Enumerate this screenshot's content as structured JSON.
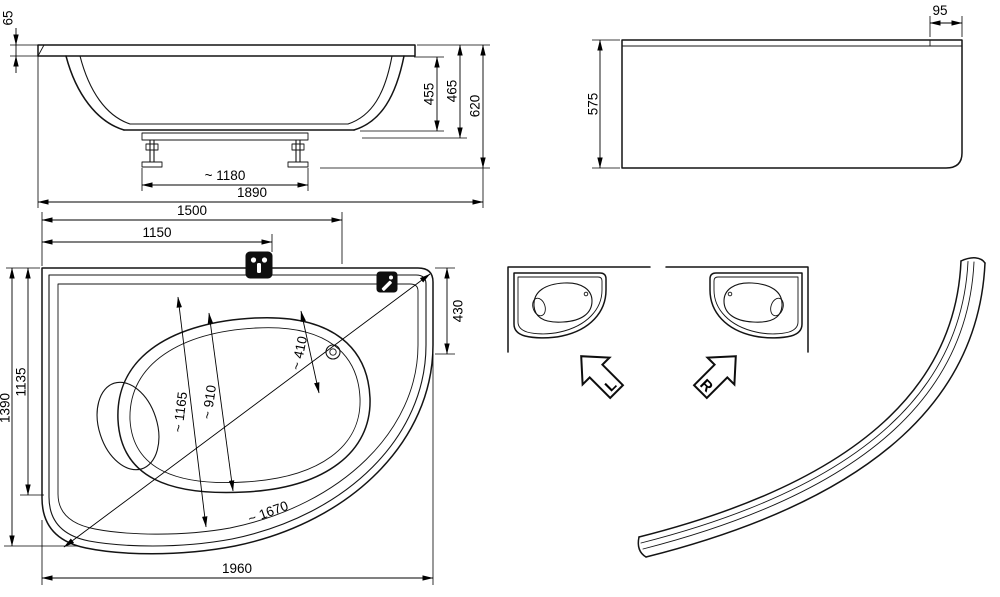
{
  "side_view": {
    "dims": {
      "d65": "65",
      "d455": "455",
      "d465": "465",
      "d620": "620",
      "d1180": "~ 1180",
      "d1890": "1890"
    }
  },
  "panel_view": {
    "dims": {
      "d95": "95",
      "d575": "575"
    }
  },
  "plan_view": {
    "dims": {
      "d1500": "1500",
      "d1150": "1150",
      "d430": "430",
      "d410": "~ 410",
      "d910": "~ 910",
      "d1165": "~ 1165",
      "d1135": "1135",
      "d1390": "1390",
      "d1670": "~ 1670",
      "d1960": "1960"
    }
  },
  "orientation": {
    "left_label": "L",
    "right_label": "R"
  },
  "icons": {
    "mixer": "faucet-mixer-icon",
    "control": "waste-control-icon"
  },
  "style": {
    "line_color": "#141414",
    "background": "#ffffff"
  }
}
